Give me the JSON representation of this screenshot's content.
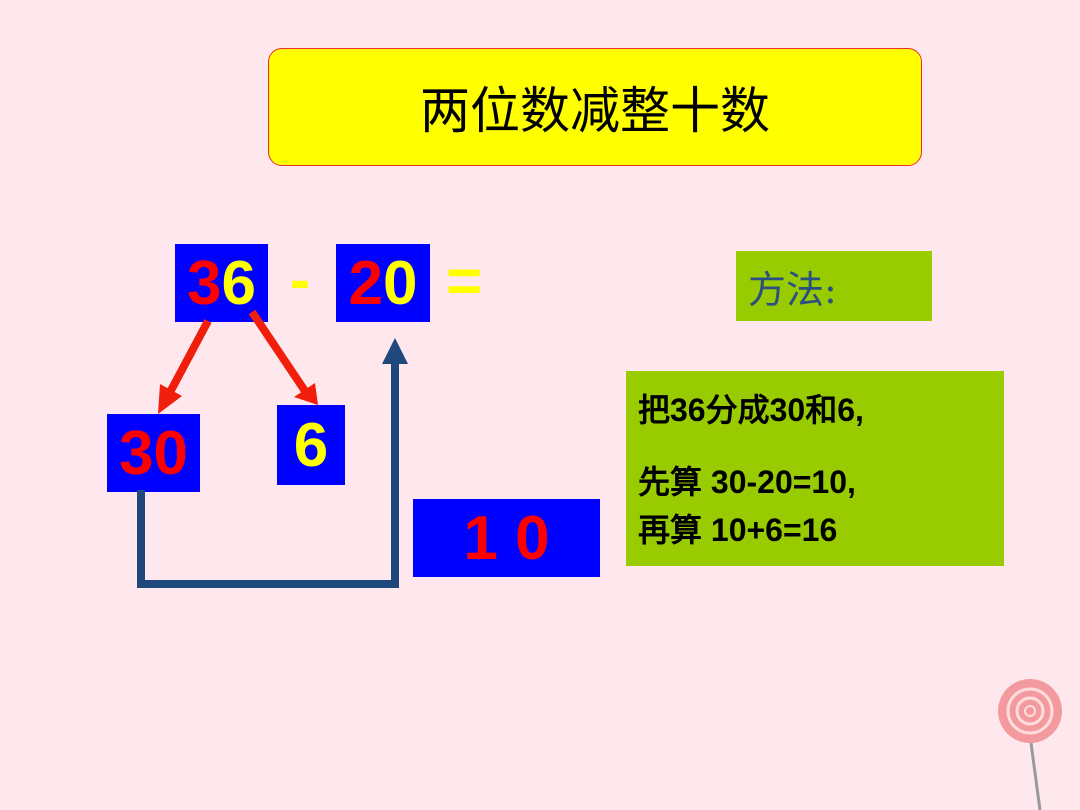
{
  "title": "两位数减整十数",
  "equation": {
    "minuend": {
      "tens": "3",
      "ones": "6"
    },
    "minus": "-",
    "subtrahend": {
      "tens": "2",
      "ones": "0"
    },
    "equals": "="
  },
  "split": {
    "tens_part": "30",
    "ones_part": "6"
  },
  "intermediate_result": "1 0",
  "method": {
    "label": "方法:",
    "lines": [
      "把36分成30和6,",
      "先算 30-20=10,",
      "再算 10+6=16"
    ]
  },
  "colors": {
    "background": "#fee8ee",
    "box_blue": "#0000ff",
    "green": "#99cc00",
    "yellow": "#ffff00",
    "red": "#ff0000",
    "path_blue": "#1f497d"
  },
  "decoration": "lollipop-icon"
}
